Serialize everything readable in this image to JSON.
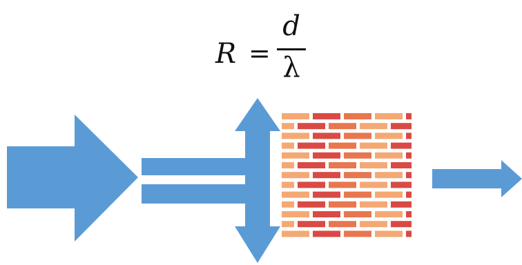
{
  "formula": {
    "lhs": "R",
    "equals": "=",
    "numerator": "d",
    "denominator": "λ"
  },
  "colors": {
    "arrow": "#5b9bd5",
    "brick_dark": "#d94a45",
    "brick_mid": "#e8764f",
    "brick_light": "#f4a974",
    "background": "#ffffff"
  },
  "icons": {
    "input": "big-right-arrow-icon",
    "split": "split-arrows-icon",
    "barrier": "brick-wall-icon",
    "output": "small-right-arrow-icon"
  }
}
